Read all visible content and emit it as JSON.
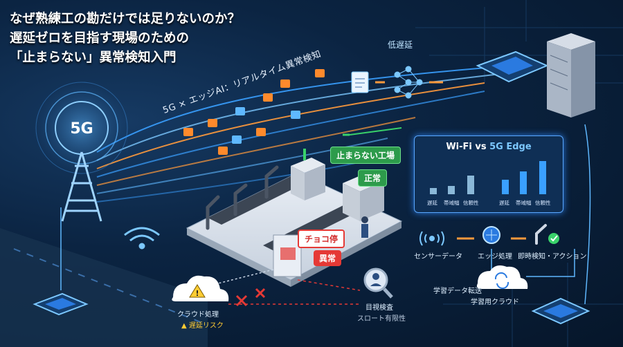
{
  "title": {
    "line1": "なぜ熟練工の勘だけでは足りないのか？",
    "line2": "遅延ゼロを目指す現場のための",
    "line3": "「止まらない」異常検知入門"
  },
  "stream_label": "5G × エッジAI：リアルタイム異常検知",
  "low_latency_label": "低遅延",
  "tower_label": "5G",
  "chips": {
    "nonstop_factory": "止まらない工場",
    "normal": "正常",
    "choco_stop": "チョコ停",
    "abnormal": "異常"
  },
  "compare_panel": {
    "title_a": "Wi-Fi",
    "vs": " vs ",
    "title_b": "5G Edge",
    "left_labels": [
      "遅延",
      "帯域幅",
      "信頼性"
    ],
    "right_labels": [
      "遅延",
      "帯域幅",
      "信頼性"
    ],
    "left_values": [
      0.15,
      0.2,
      0.45
    ],
    "right_values": [
      0.35,
      0.55,
      0.8
    ],
    "colors": {
      "wifi": "#8ab8d8",
      "edge": "#3aa0ff"
    }
  },
  "flow": {
    "sensor": "センサーデータ",
    "edge": "エッジ処理",
    "action": "即時検知・アクション",
    "transfer": "学習データ転送",
    "cloud": "学習用クラウド"
  },
  "cloud_processing": {
    "label": "クラウド処理",
    "risk": "遅延リスク"
  },
  "visual_inspection": {
    "label": "目視検査",
    "limit": "スロート有限性"
  },
  "icons": [
    "tower-icon",
    "wifi-icon",
    "chip-icon",
    "server-icon",
    "cloud-icon",
    "brain-icon",
    "magnifier-icon",
    "robot-arm-icon",
    "check-icon",
    "document-icon",
    "neural-net-icon",
    "sync-icon",
    "warning-icon"
  ],
  "accent_colors": {
    "stream": "#3aa0ff",
    "orange": "#ff9a3c",
    "green": "#39d26a",
    "red": "#e53935"
  }
}
